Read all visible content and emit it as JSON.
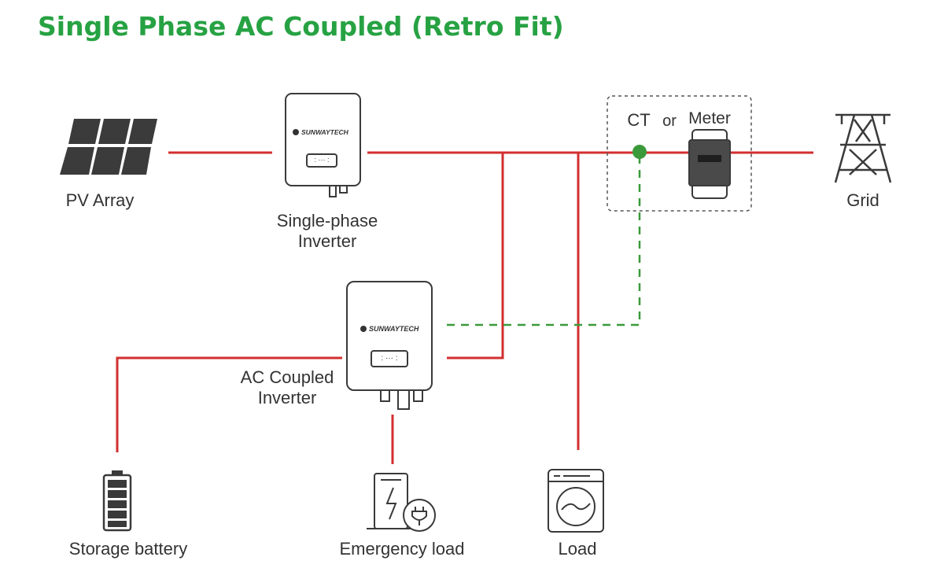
{
  "title": "Single Phase AC Coupled (Retro Fit)",
  "colors": {
    "title": "#27a243",
    "power_line": "#d32f2f",
    "ct_line": "#3a9a3a",
    "device_outline": "#3a3a3a"
  },
  "labels": {
    "pv_array": "PV Array",
    "single_phase_inverter_line1": "Single-phase",
    "single_phase_inverter_line2": "Inverter",
    "ct": "CT",
    "or": "or",
    "meter": "Meter",
    "grid": "Grid",
    "ac_coupled_inverter_line1": "AC Coupled",
    "ac_coupled_inverter_line2": "Inverter",
    "storage_battery": "Storage battery",
    "emergency_load": "Emergency load",
    "load": "Load"
  },
  "brand": {
    "inverter_logo_text": "SUNWAYTECH"
  },
  "icons": {
    "pv_array": "solar-panel-icon",
    "single_phase_inverter": "inverter-icon",
    "ac_coupled_inverter": "inverter-icon",
    "meter": "meter-icon",
    "ct": "ct-sensor-icon",
    "grid": "transmission-tower-icon",
    "storage_battery": "battery-icon",
    "emergency_load": "ev-charger-plug-icon",
    "load": "washing-machine-icon"
  }
}
